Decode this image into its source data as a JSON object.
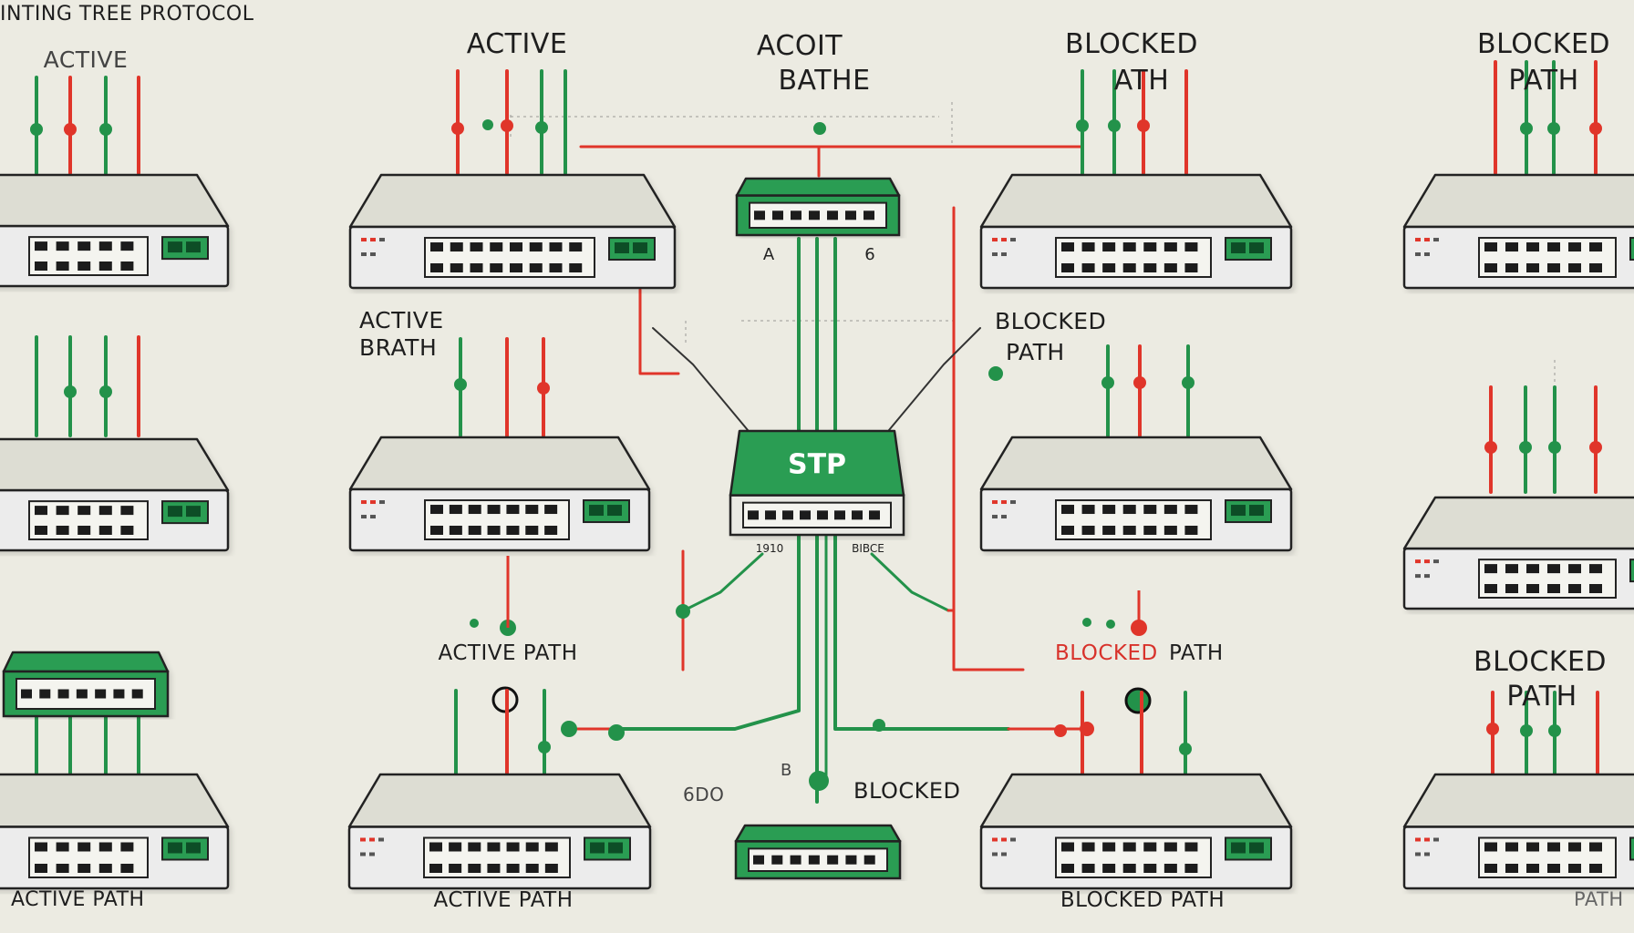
{
  "title": "INTING TREE PROTOCOL",
  "center_hub": {
    "label": "STP",
    "top_port_a": "A",
    "top_port_b": "6",
    "bottom_left": "1910",
    "bottom_right": "BIBCE"
  },
  "labels": {
    "col1_top": "ACTIVE",
    "col1_bottom": "ACTIVE PATH",
    "col2_top": "ACTIVE",
    "col2_mid_line1": "ACTIVE",
    "col2_mid_line2": "BRATH",
    "col2_path": "ACTIVE PATH",
    "col2_bottom": "ACTIVE PATH",
    "center_top_line1": "ACOIT",
    "center_top_line2": "BATHE",
    "center_bottom_left": "6DO",
    "center_bottom_mid": "B",
    "center_bottom_right": "BLOCKED",
    "col3_top_line1": "BLOCKED",
    "col3_top_line2": "ATH",
    "col3_mid_line1": "BLOCKED",
    "col3_mid_line2": "PATH",
    "col3_path_red": "BLOCKED",
    "col3_path_black": "PATH",
    "col3_bottom": "BLOCKED PATH",
    "col4_top_line1": "BLOCKED",
    "col4_top_line2": "PATH",
    "col4_mid_line1": "BLOCKED",
    "col4_mid_line2": "PATH",
    "col4_bottom": "PATH"
  },
  "colors": {
    "background": "#ecebe2",
    "active_green": "#23924a",
    "blocked_red": "#e0352a",
    "switch_body": "#ececec",
    "switch_green": "#2a9d52",
    "outline": "#222222"
  }
}
